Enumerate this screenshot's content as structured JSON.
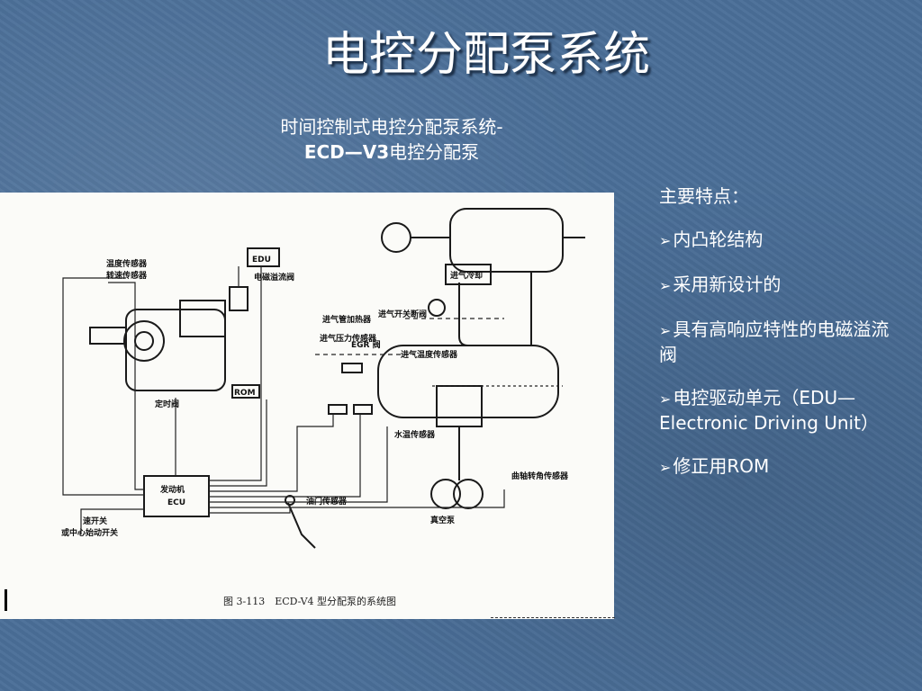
{
  "slide": {
    "title": "电控分配泵系统",
    "subtitle_line1": "时间控制式电控分配泵系统-",
    "subtitle_line2_bold": "ECD—V3",
    "subtitle_line2_rest": "电控分配泵"
  },
  "features": {
    "heading": "主要特点：",
    "items": [
      "内凸轮结构",
      "采用新设计的",
      "具有高响应特性的电磁溢流阀",
      "电控驱动单元（EDU—Electronic Driving Unit）",
      "修正用ROM"
    ]
  },
  "figure": {
    "caption": "图 3-113　ECD-V4 型分配泵的系统图",
    "labels": {
      "edu": "EDU",
      "solenoid": "电磁溢流阀",
      "temp_sensor": "温度传感器",
      "speed_sensor": "转速传感器",
      "timing_valve": "定时阀",
      "rom": "ROM",
      "intake_cooler": "进气冷却",
      "intake_heater": "进气管加热器",
      "intake_switch": "进气开关断阀",
      "intake_pressure": "进气压力传感器",
      "egr": "EGR 阀",
      "intake_temp": "进气温度传感器",
      "water_temp": "水温传感器",
      "crank_sensor": "曲轴转角传感器",
      "engine_ecu_1": "发动机",
      "engine_ecu_2": "ECU",
      "throttle_sensor": "油门传感器",
      "vacuum_pump": "真空泵",
      "speed_switch_1": "速开关",
      "speed_switch_2": "或中心始动开关"
    }
  }
}
